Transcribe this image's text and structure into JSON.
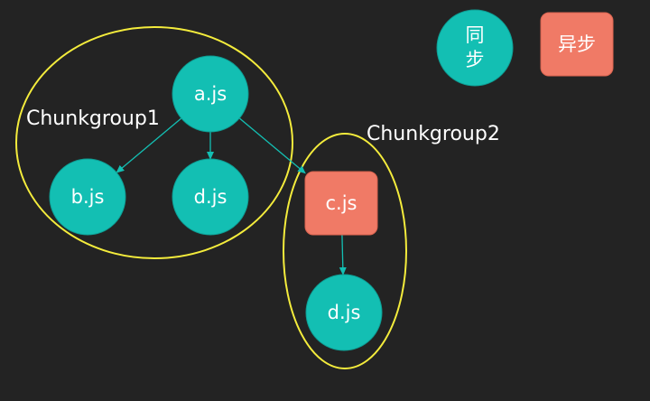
{
  "colors": {
    "background": "#232323",
    "sync_fill": "#13bfb3",
    "sync_stroke": "#0e9d93",
    "async_fill": "#f07a66",
    "async_stroke": "#d8634f",
    "group_outline": "#f4ec3c",
    "arrow": "#13bfb3",
    "text": "#ffffff"
  },
  "legend": {
    "sync_label_line1": "同",
    "sync_label_line2": "步",
    "async_label": "异步"
  },
  "groups": {
    "group1_label": "Chunkgroup1",
    "group2_label": "Chunkgroup2"
  },
  "nodes": {
    "a": {
      "label": "a.js",
      "kind": "sync"
    },
    "b": {
      "label": "b.js",
      "kind": "sync"
    },
    "d1": {
      "label": "d.js",
      "kind": "sync"
    },
    "c": {
      "label": "c.js",
      "kind": "async"
    },
    "d2": {
      "label": "d.js",
      "kind": "sync"
    }
  },
  "edges": [
    {
      "from": "a",
      "to": "b"
    },
    {
      "from": "a",
      "to": "d1"
    },
    {
      "from": "a",
      "to": "c"
    },
    {
      "from": "c",
      "to": "d2"
    }
  ]
}
